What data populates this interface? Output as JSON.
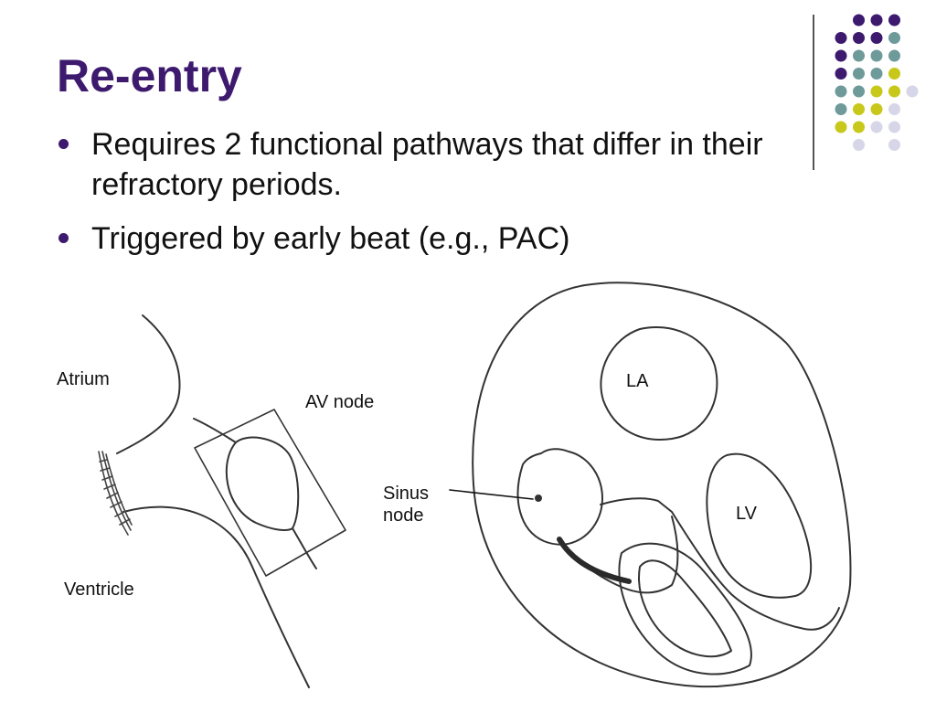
{
  "slide": {
    "title": "Re-entry",
    "bullets": [
      "Requires 2 functional pathways that differ in their refractory periods.",
      "Triggered by early beat (e.g., PAC)"
    ]
  },
  "diagram": {
    "labels": {
      "atrium": "Atrium",
      "av_node": "AV node",
      "ventricle": "Ventricle",
      "la": "LA",
      "sinus_node": "Sinus\nnode",
      "lv": "LV"
    }
  },
  "colors": {
    "title": "#3d1a6e",
    "dot_purple": "#3d1a6e",
    "dot_teal": "#6f9a9a",
    "dot_yellow": "#c8c81a",
    "dot_lavender": "#d6d6e8"
  }
}
